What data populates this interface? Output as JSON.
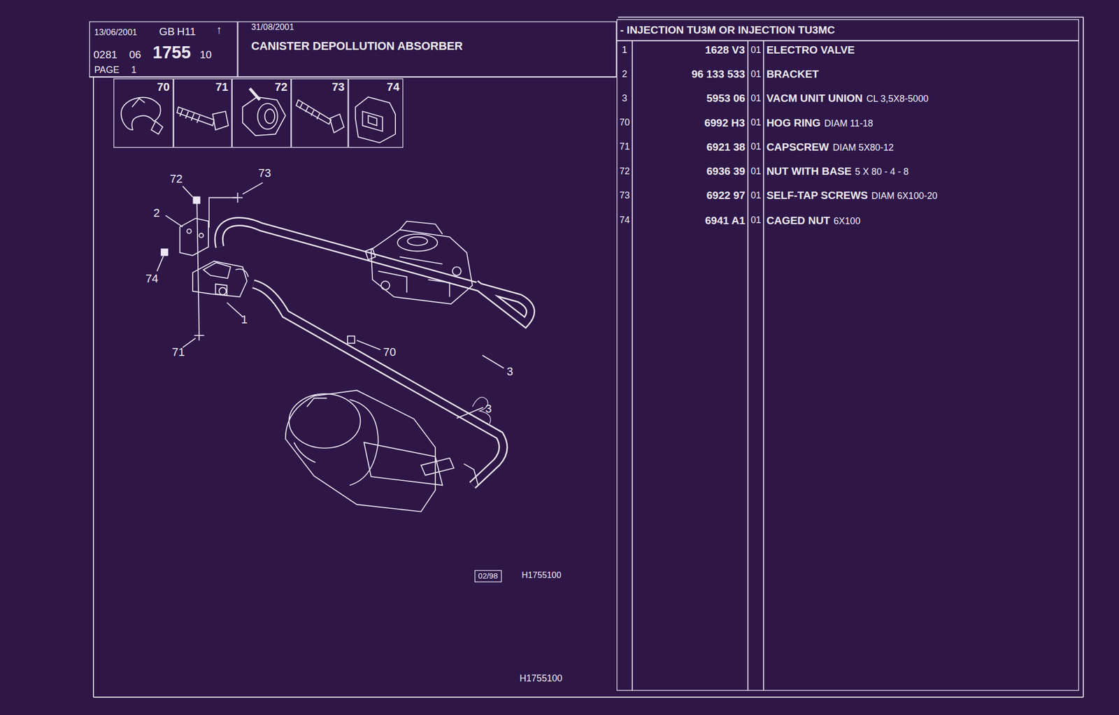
{
  "diagram": {
    "nodes": [
      {
        "text": [
          "13/06/2001",
          "GB",
          "H11",
          "↑",
          "0281",
          "06",
          "1755",
          "10",
          "PAGE",
          "1"
        ]
      },
      {
        "text": [
          "31/08/2001",
          "CANISTER DEPOLLUTION ABSORBER"
        ]
      },
      {
        "text": [
          "70"
        ]
      },
      {
        "text": [
          "71"
        ]
      },
      {
        "text": [
          "72"
        ]
      },
      {
        "text": [
          "73"
        ]
      },
      {
        "text": [
          "74"
        ]
      },
      {
        "text": [
          "- INJECTION TU3M OR INJECTION TU3MC"
        ]
      },
      {
        "text": [
          "02/98"
        ]
      }
    ],
    "labels": [
      "72",
      "73",
      "2",
      "74",
      "1",
      "71",
      "70",
      "3",
      "3",
      "H1755100",
      "H1755100",
      "1",
      "1628 V3",
      "01",
      "ELECTRO VALVE",
      "2",
      "96 133 533",
      "01",
      "BRACKET",
      "3",
      "5953 06",
      "01",
      "VACM UNIT UNION",
      "CL 3,5X8-5000",
      "70",
      "6992 H3",
      "01",
      "HOG RING",
      "DIAM 11-18",
      "71",
      "6921 38",
      "01",
      "CAPSCREW",
      "DIAM 5X80-12",
      "72",
      "6936 39",
      "01",
      "NUT WITH BASE",
      "5 X 80 - 4 - 8",
      "73",
      "6922 97",
      "01",
      "SELF-TAP SCREWS",
      "DIAM 6X100-20",
      "74",
      "6941 A1",
      "01",
      "CAGED NUT",
      "6X100"
    ]
  }
}
